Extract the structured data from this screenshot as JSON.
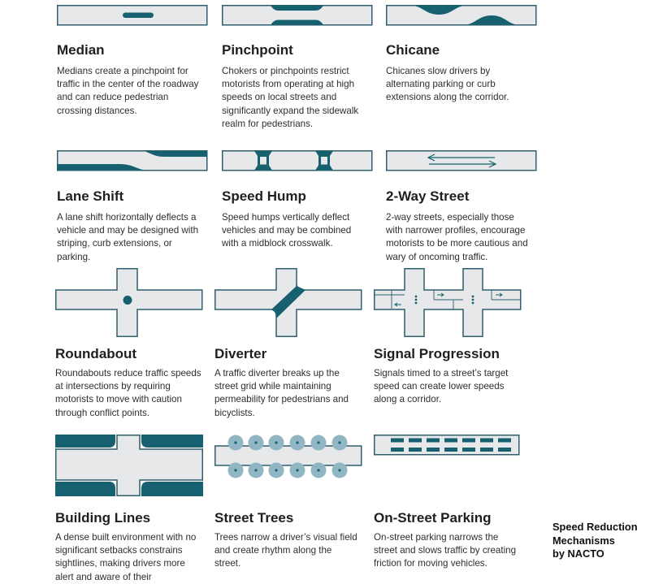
{
  "colors": {
    "teal": "#17606f",
    "road": "#e6e8ea",
    "outline": "#2f5f6d",
    "tree": "#8fb6c2"
  },
  "items": [
    {
      "icon": "median-icon",
      "title": "Median",
      "lines": [
        "Medians create a pinchpoint for",
        "traffic in the center of the roadway",
        "and can reduce pedestrian",
        "crossing distances."
      ]
    },
    {
      "icon": "pinchpoint-icon",
      "title": "Pinchpoint",
      "lines": [
        "Chokers or pinchpoints restrict",
        "motorists from operating at high",
        "speeds on local streets and",
        "significantly expand the sidewalk",
        "realm for pedestrians."
      ]
    },
    {
      "icon": "chicane-icon",
      "title": "Chicane",
      "lines": [
        "Chicanes slow drivers by",
        "alternating parking or curb",
        "extensions along the corridor."
      ]
    },
    {
      "icon": "lane-shift-icon",
      "title": "Lane Shift",
      "lines": [
        "A lane shift horizontally deflects a",
        "vehicle and may be designed with",
        "striping, curb extensions, or",
        "parking."
      ]
    },
    {
      "icon": "speed-hump-icon",
      "title": "Speed Hump",
      "lines": [
        "Speed humps vertically deflect",
        "vehicles and may be combined",
        "with a midblock crosswalk."
      ]
    },
    {
      "icon": "two-way-street-icon",
      "title": "2-Way Street",
      "lines": [
        "2-way streets, especially those",
        "with narrower profiles, encourage",
        "motorists to be more cautious and",
        "wary of oncoming traffic."
      ]
    },
    {
      "icon": "roundabout-icon",
      "title": "Roundabout",
      "lines": [
        "Roundabouts reduce traffic speeds",
        "at intersections by requiring",
        "motorists to move with caution",
        "through conflict points."
      ]
    },
    {
      "icon": "diverter-icon",
      "title": "Diverter",
      "lines": [
        "A traffic diverter breaks up the",
        "street grid while maintaining",
        "permeability for pedestrians and",
        "bicyclists."
      ]
    },
    {
      "icon": "signal-progression-icon",
      "title": "Signal Progression",
      "lines": [
        "Signals timed to a street’s target",
        "speed can create lower speeds",
        "along a corridor."
      ]
    },
    {
      "icon": "building-lines-icon",
      "title": "Building Lines",
      "lines": [
        "A dense built environment with no",
        "significant setbacks constrains",
        "sightlines, making drivers more",
        "alert and aware of their"
      ]
    },
    {
      "icon": "street-trees-icon",
      "title": "Street Trees",
      "lines": [
        "Trees narrow a driver’s visual field",
        "and create rhythm along the",
        "street."
      ]
    },
    {
      "icon": "on-street-parking-icon",
      "title": "On-Street Parking",
      "lines": [
        "On-street parking narrows the",
        "street and slows traffic by creating",
        "friction for moving vehicles."
      ]
    }
  ],
  "caption": [
    "Speed Reduction",
    "Mechanisms",
    "by NACTO"
  ]
}
